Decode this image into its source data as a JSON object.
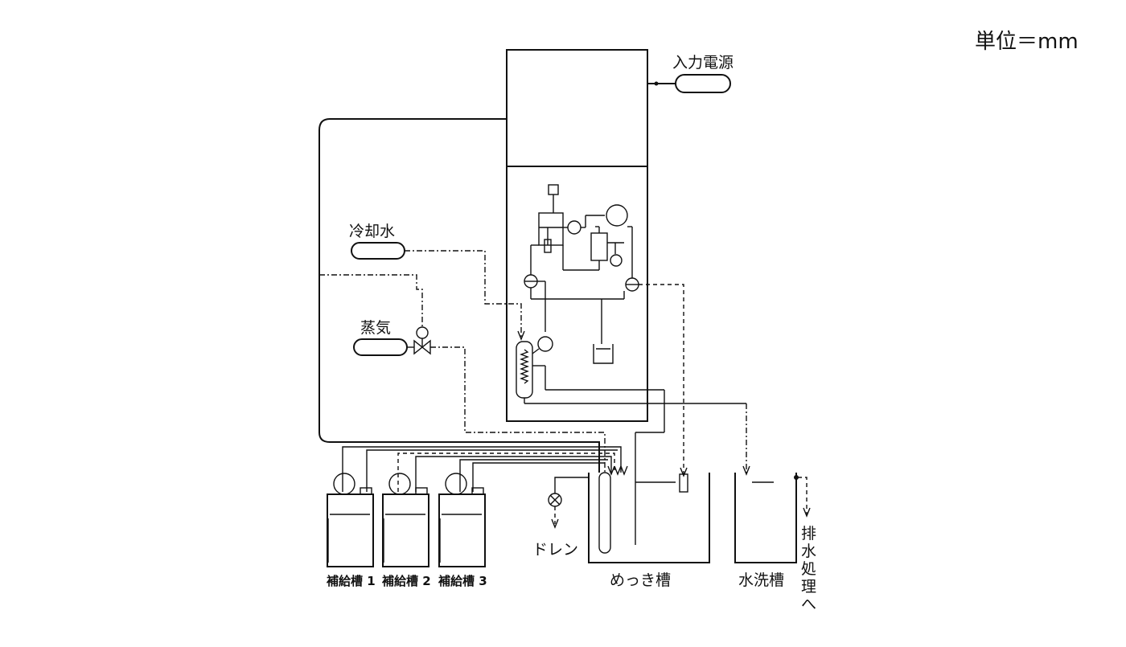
{
  "unit_label": "単位＝mm",
  "labels": {
    "power_input": "入力電源",
    "cooling_water": "冷却水",
    "steam": "蒸気",
    "drain": "ドレン",
    "plating_tank": "めっき槽",
    "rinse_tank": "水洗槽",
    "to_wastewater": [
      "排",
      "水",
      "処",
      "理",
      "へ"
    ]
  },
  "supply_tanks": [
    "補給槽 1",
    "補給槽 2",
    "補給槽 3"
  ]
}
